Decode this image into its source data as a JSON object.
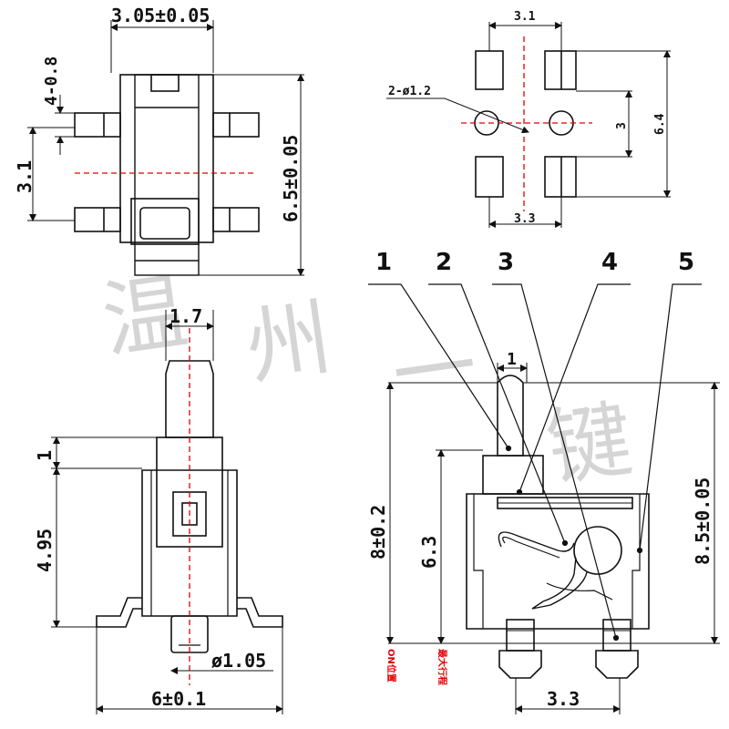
{
  "watermark": {
    "chars": [
      "温",
      "州",
      "一",
      "键"
    ]
  },
  "colors": {
    "line": "#111111",
    "centerline": "#e00000",
    "watermark": "#c8c8c8"
  },
  "top_view": {
    "width_dim": "3.05±0.05",
    "height_dim": "6.5±0.05",
    "pad_dim": "4-0.8",
    "pitch_dim": "3.1"
  },
  "pad_layout": {
    "top_dim": "3.1",
    "bottom_dim": "3.3",
    "hole_dim": "2-ø1.2",
    "right_pitch_dim": "3",
    "height_dim": "6.4"
  },
  "side_view": {
    "top_dim": "1.7",
    "stroke_dim": "1",
    "height_dim": "4.95",
    "post_dim": "ø1.05",
    "width_dim": "6±0.1"
  },
  "section_view": {
    "callouts": [
      "1",
      "2",
      "3",
      "4",
      "5"
    ],
    "actuator_dim": "1",
    "free_height_dim": "8±0.2",
    "operating_height_dim": "6.3",
    "total_height_dim": "8.5±0.05",
    "pin_pitch_dim": "3.3",
    "label_on_position": "ON位置",
    "label_max_travel": "最大行程"
  }
}
